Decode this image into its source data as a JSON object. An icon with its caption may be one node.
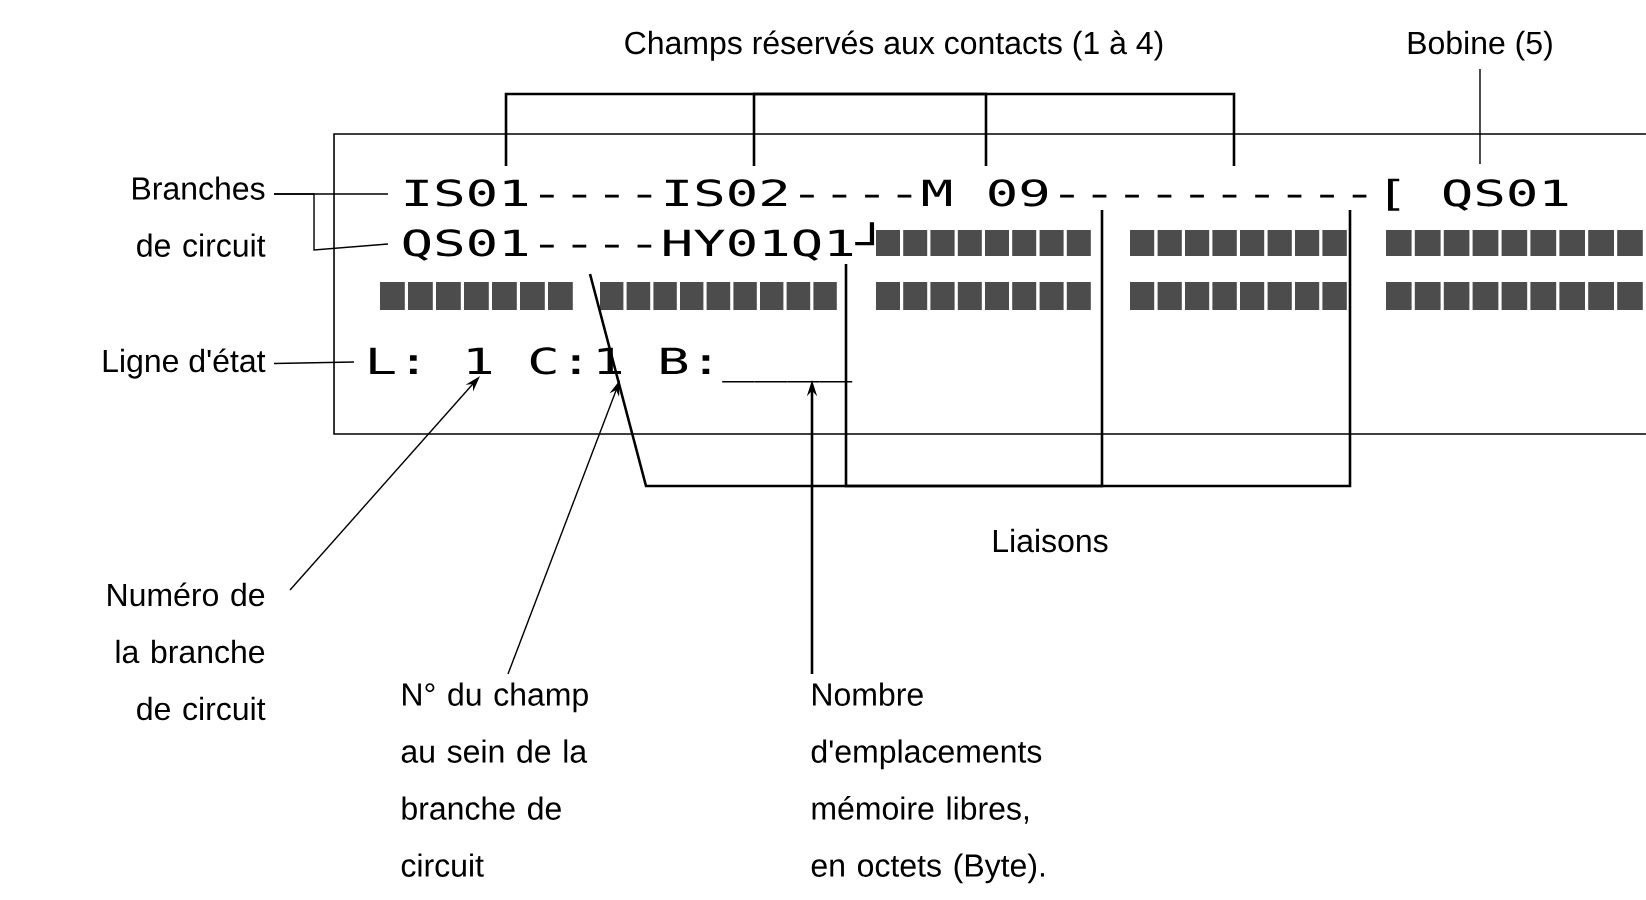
{
  "diagram": {
    "nodes": [
      {
        "text": [
          "IS01----IS02----M 09----------[ QS01",
          "QS01----HY01Q1┘",
          "L:  1 C:1 B:____"
        ]
      },
      {
        "text": [
          "Champs réservés aux contacts (1 à 4)"
        ]
      },
      {
        "text": [
          "Bobine (5)"
        ]
      },
      {
        "text": [
          "Branches de circuit"
        ]
      },
      {
        "text": [
          "Ligne d'état"
        ]
      },
      {
        "text": [
          "Numéro de la branche de circuit"
        ]
      },
      {
        "text": [
          "N° du champ au sein de la branche de circuit"
        ]
      },
      {
        "text": [
          "Nombre d'emplacements mémoire libres, en octets (Byte)."
        ]
      },
      {
        "text": [
          "Liaisons"
        ]
      }
    ],
    "edges": [
      {
        "from": 1,
        "to": 0,
        "arrow": "none"
      },
      {
        "from": 1,
        "to": 0,
        "arrow": "none"
      },
      {
        "from": 1,
        "to": 0,
        "arrow": "none"
      },
      {
        "from": 1,
        "to": 0,
        "arrow": "none"
      },
      {
        "from": 2,
        "to": 0,
        "arrow": "none"
      },
      {
        "from": 3,
        "to": 0,
        "arrow": "none"
      },
      {
        "from": 3,
        "to": 0,
        "arrow": "none"
      },
      {
        "from": 4,
        "to": 0,
        "arrow": "none"
      },
      {
        "from": 5,
        "to": 0,
        "arrow": "to"
      },
      {
        "from": 6,
        "to": 0,
        "arrow": "to"
      },
      {
        "from": 7,
        "to": 0,
        "arrow": "to"
      },
      {
        "from": 8,
        "to": 0,
        "arrow": "none"
      },
      {
        "from": 8,
        "to": 0,
        "arrow": "none"
      },
      {
        "from": 8,
        "to": 0,
        "arrow": "none"
      },
      {
        "from": 8,
        "to": 0,
        "arrow": "none"
      }
    ]
  }
}
